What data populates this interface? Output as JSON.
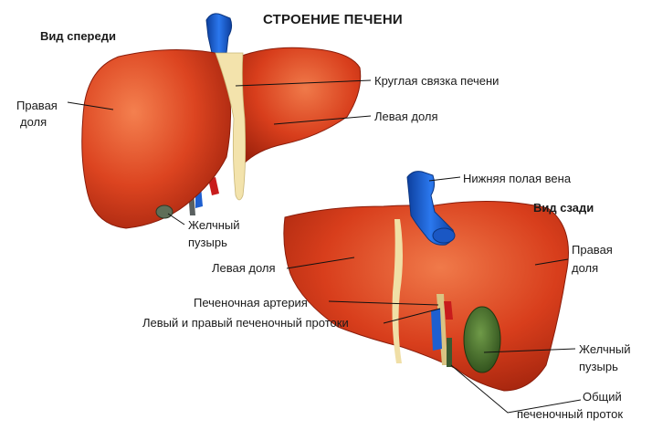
{
  "title": "СТРОЕНИЕ ПЕЧЕНИ",
  "front_view": {
    "heading": "Вид спереди",
    "right_lobe": [
      "Правая",
      "доля"
    ],
    "round_ligament": "Круглая связка печени",
    "left_lobe": "Левая доля",
    "gallbladder": [
      "Желчный",
      "пузырь"
    ]
  },
  "back_view": {
    "heading": "Вид сзади",
    "ivc": "Нижняя полая вена",
    "right_lobe": [
      "Правая",
      "доля"
    ],
    "left_lobe": "Левая доля",
    "hepatic_artery": "Печеночная артерия",
    "hepatic_ducts": "Левый и правый печеночный протоки",
    "gallbladder": [
      "Желчный",
      "пузырь"
    ],
    "common_duct": [
      "Общий",
      "печеночный проток"
    ]
  },
  "colors": {
    "liver": "#d8401e",
    "liver_dark": "#a8240e",
    "liver_light": "#f07a4e",
    "ligament": "#f2e2a8",
    "vein": "#1e63d6",
    "gallbladder": "#3f6b2a",
    "artery": "#c81c1c",
    "leader": "#111111"
  }
}
